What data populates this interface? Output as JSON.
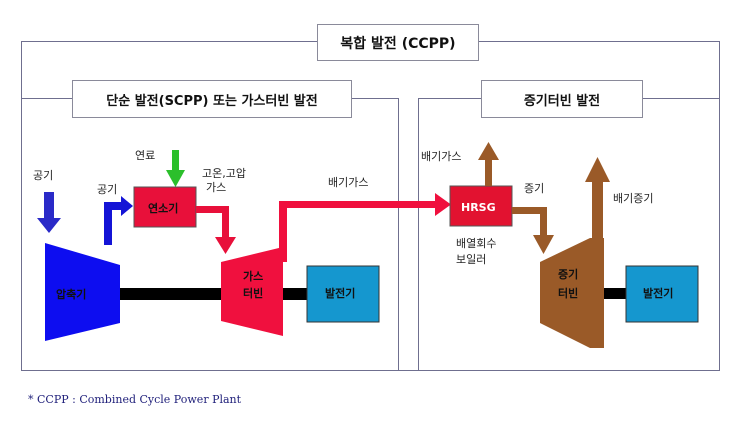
{
  "titles": {
    "ccpp": "복합 발전 (CCPP)",
    "scpp": "단순 발전(SCPP) 또는 가스터빈 발전",
    "steam": "증기터빈 발전"
  },
  "components": {
    "compressor": "압축기",
    "combustor": "연소기",
    "gas_turbine_1": "가스",
    "gas_turbine_2": "터빈",
    "generator_1": "발전기",
    "hrsg": "HRSG",
    "steam_turbine_1": "증기",
    "steam_turbine_2": "터빈",
    "generator_2": "발전기"
  },
  "labels": {
    "air_in": "공기",
    "air_to_combustor": "공기",
    "fuel": "연료",
    "hot_gas_1": "고온,고압",
    "hot_gas_2": "가스",
    "exhaust_gas": "배기가스",
    "hrsg_exhaust": "배기가스",
    "hrsg_desc_1": "배열회수",
    "hrsg_desc_2": "보일러",
    "steam": "증기",
    "exhaust_steam": "배기증기"
  },
  "colors": {
    "compressor": "#1414e6",
    "combustor": "#e8103a",
    "turbine": "#f0103e",
    "generator": "#1597cf",
    "hrsg": "#e21230",
    "steam": "#9a5a28",
    "fuel": "#22bb22",
    "shaft": "#000000"
  },
  "footnote": "* CCPP : Combined Cycle Power Plant"
}
